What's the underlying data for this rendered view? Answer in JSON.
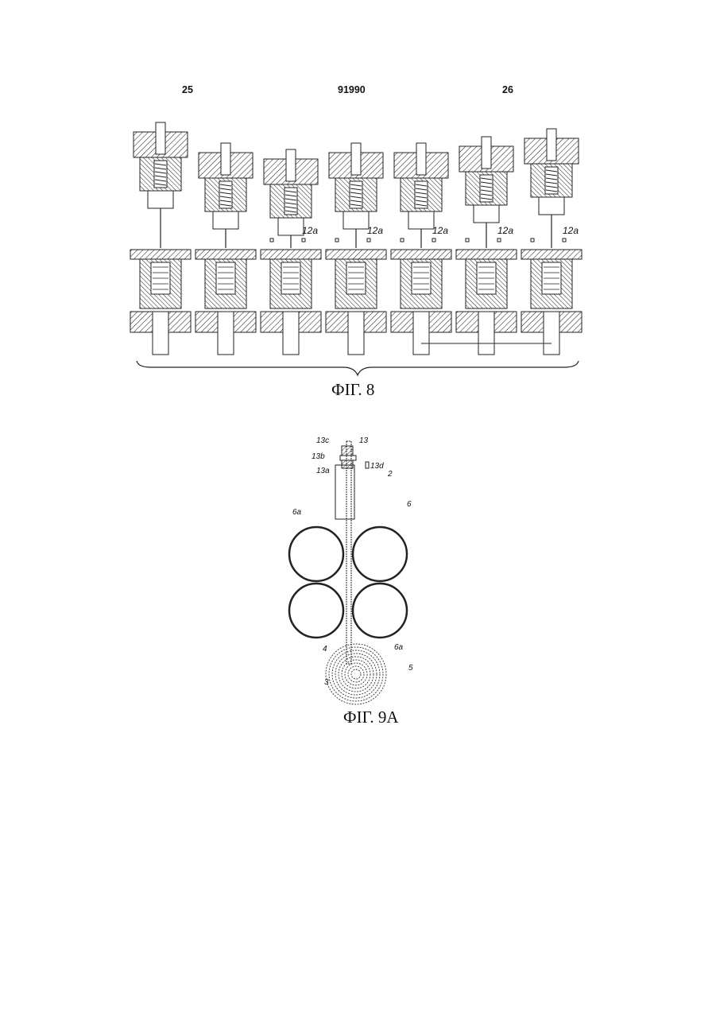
{
  "header": {
    "left_page": "25",
    "patent_no": "91990",
    "right_page": "26"
  },
  "figure8": {
    "caption": "ФІГ. 8",
    "label": "12a",
    "unit_count": 7
  },
  "figure9a": {
    "caption": "ФІГ. 9А",
    "labels": {
      "l13c": "13c",
      "l13": "13",
      "l13b": "13b",
      "l13a": "13a",
      "l13d": "13d",
      "l2": "2",
      "l6a_top": "6a",
      "l6": "6",
      "l6a_bottom": "6a",
      "l4": "4",
      "l5": "5",
      "l3": "3"
    }
  }
}
